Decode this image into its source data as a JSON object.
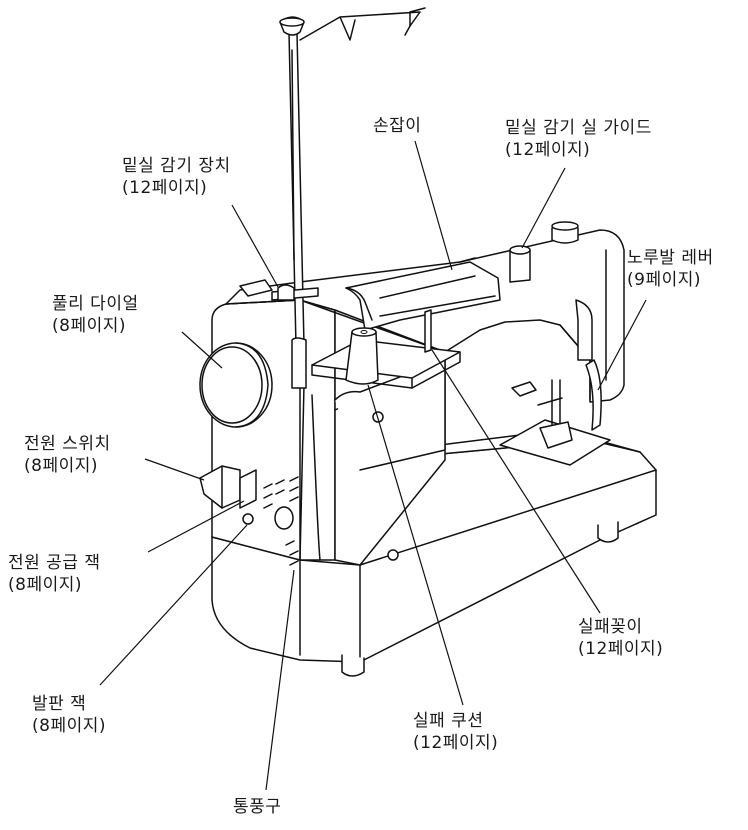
{
  "labels": {
    "bobbin_winder": {
      "name": "밑실 감기 장치",
      "page": "(12페이지)"
    },
    "handle": {
      "name": "손잡이"
    },
    "bobbin_thread_guide": {
      "name": "밑실 감기 실 가이드",
      "page": "(12페이지)"
    },
    "presser_foot_lever": {
      "name": "노루발 레버",
      "page": "(9페이지)"
    },
    "pulley_dial": {
      "name": "풀리 다이얼",
      "page": "(8페이지)"
    },
    "power_switch": {
      "name": "전원 스위치",
      "page": "(8페이지)"
    },
    "power_supply_jack": {
      "name": "전원 공급 잭",
      "page": "(8페이지)"
    },
    "spool_pin": {
      "name": "실패꽂이",
      "page": "(12페이지)"
    },
    "foot_controller_jack": {
      "name": "발판 잭",
      "page": "(8페이지)"
    },
    "spool_cushion": {
      "name": "실패 쿠션",
      "page": "(12페이지)"
    },
    "air_vent": {
      "name": "통풍구"
    }
  }
}
